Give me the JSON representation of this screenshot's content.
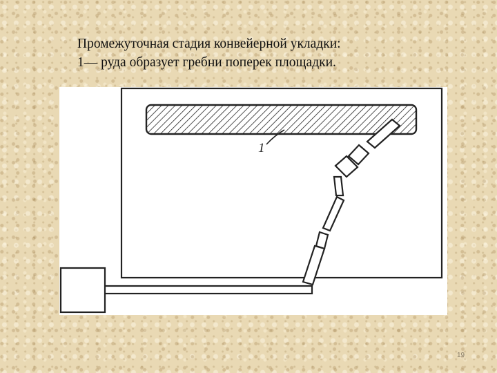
{
  "slide": {
    "title_line1": "Промежуточная стадия  конвейерной укладки:",
    "title_line2": "1— руда образует гребни поперек площадки.",
    "page_number": "19"
  },
  "figure": {
    "callout_label": "1"
  }
}
